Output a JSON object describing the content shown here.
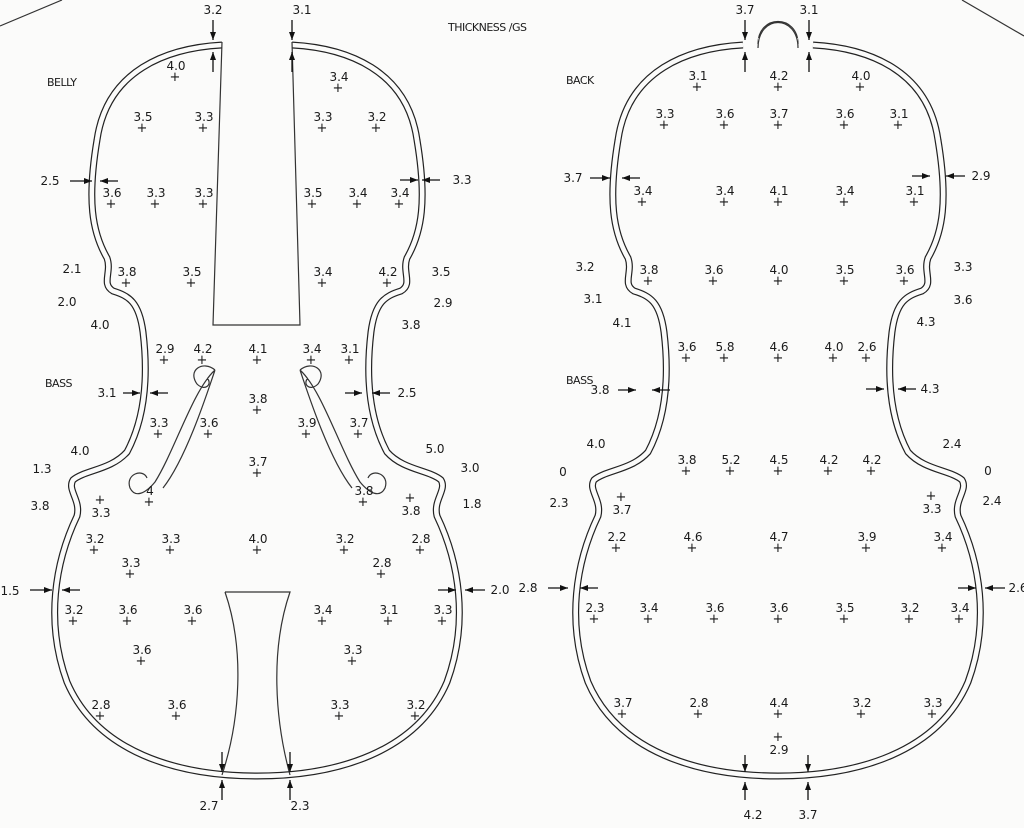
{
  "title": "THICKNESS /GS",
  "belly": {
    "label": "BELLY",
    "bass_label": "BASS",
    "points": [
      "4.0",
      "3.4",
      "3.5",
      "3.3",
      "3.3",
      "3.2",
      "3.6",
      "3.3",
      "3.3",
      "3.5",
      "3.4",
      "3.4",
      "3.8",
      "3.5",
      "3.4",
      "4.2",
      "2.9",
      "4.2",
      "4.1",
      "3.4",
      "3.1",
      "3.8",
      "3.3",
      "3.6",
      "3.9",
      "3.7",
      "3.7",
      "4",
      "3.8",
      "3.3",
      "3.8",
      "3.2",
      "3.3",
      "4.0",
      "3.2",
      "2.8",
      "3.3",
      "2.8",
      "3.2",
      "3.6",
      "3.6",
      "3.4",
      "3.1",
      "3.3",
      "3.6",
      "3.3",
      "2.8",
      "3.6",
      "3.3",
      "3.2"
    ],
    "edges": [
      "3.2",
      "3.1",
      "2.5",
      "3.3",
      "2.1",
      "2.0",
      "4.0",
      "3.5",
      "2.9",
      "3.8",
      "3.1",
      "2.5",
      "4.0",
      "5.0",
      "1.3",
      "3.0",
      "3.8",
      "1.8",
      "1.5",
      "2.0",
      "2.7",
      "2.3"
    ]
  },
  "back": {
    "label": "BACK",
    "bass_label": "BASS",
    "points": [
      "3.1",
      "4.2",
      "4.0",
      "3.3",
      "3.6",
      "3.7",
      "3.6",
      "3.1",
      "3.4",
      "3.4",
      "4.1",
      "3.4",
      "3.1",
      "3.8",
      "3.6",
      "4.0",
      "3.5",
      "3.6",
      "3.6",
      "5.8",
      "4.6",
      "4.0",
      "2.6",
      "3.8",
      "5.2",
      "4.5",
      "4.2",
      "4.2",
      "3.7",
      "3.3",
      "2.2",
      "4.6",
      "4.7",
      "3.9",
      "3.4",
      "2.3",
      "3.4",
      "3.6",
      "3.6",
      "3.5",
      "3.2",
      "3.4",
      "3.7",
      "2.8",
      "4.4",
      "3.2",
      "3.3",
      "2.9"
    ],
    "edges": [
      "3.7",
      "3.1",
      "3.7",
      "2.9",
      "3.2",
      "3.1",
      "4.1",
      "3.3",
      "3.6",
      "4.3",
      "3.8",
      "4.3",
      "4.0",
      "2.4",
      "0",
      "0",
      "2.3",
      "2.4",
      "2.8",
      "2.6",
      "4.2",
      "3.7"
    ]
  }
}
